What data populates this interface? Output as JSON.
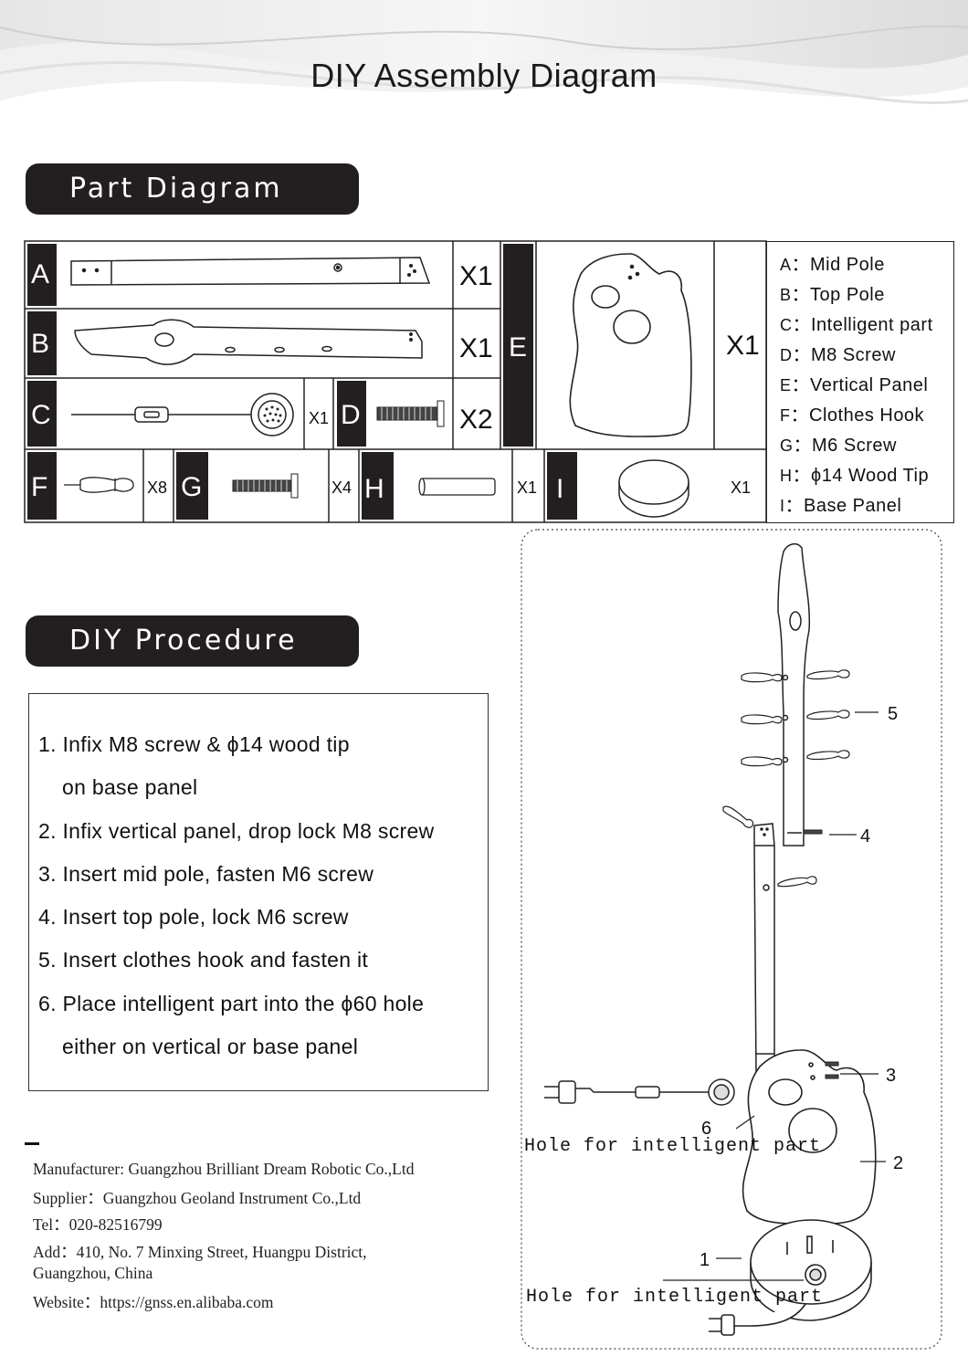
{
  "title": "DIY Assembly Diagram",
  "part_section_label": "Part Diagram",
  "procedure_section_label": "DIY Procedure",
  "parts": [
    {
      "letter": "A",
      "qty": "X1"
    },
    {
      "letter": "B",
      "qty": "X1"
    },
    {
      "letter": "C",
      "qty": "X1"
    },
    {
      "letter": "D",
      "qty": "X2"
    },
    {
      "letter": "E",
      "qty": "X1"
    },
    {
      "letter": "F",
      "qty": "X8"
    },
    {
      "letter": "G",
      "qty": "X4"
    },
    {
      "letter": "H",
      "qty": "X1"
    },
    {
      "letter": "I",
      "qty": "X1"
    }
  ],
  "legend": [
    {
      "key": "A",
      "name": "Mid Pole"
    },
    {
      "key": "B",
      "name": "Top Pole"
    },
    {
      "key": "C",
      "name": "Intelligent part"
    },
    {
      "key": "D",
      "name": "M8 Screw"
    },
    {
      "key": "E",
      "name": "Vertical Panel"
    },
    {
      "key": "F",
      "name": "Clothes Hook"
    },
    {
      "key": "G",
      "name": "M6 Screw"
    },
    {
      "key": "H",
      "name": "ϕ14 Wood Tip"
    },
    {
      "key": "I",
      "name": "Base Panel"
    }
  ],
  "legend_sep": "：",
  "steps": [
    {
      "line1": "1. Infix  M8 screw &  ϕ14 wood tip",
      "line2": "on base panel"
    },
    {
      "line1": "2. Infix vertical panel, drop lock M8 screw"
    },
    {
      "line1": "3. Insert mid pole, fasten M6 screw"
    },
    {
      "line1": "4. Insert top pole, lock M6 screw"
    },
    {
      "line1": "5. Insert clothes hook and fasten it"
    },
    {
      "line1": "6. Place intelligent part into the  ϕ60 hole",
      "line2": "either on  vertical  or  base  panel"
    }
  ],
  "footer": {
    "manufacturer": "Manufacturer: Guangzhou Brilliant Dream Robotic Co.,Ltd",
    "supplier": "Supplier：Guangzhou Geoland Instrument Co.,Ltd",
    "tel": "Tel：020-82516799",
    "address_line1": "Add：410, No. 7 Minxing Street, Huangpu District,",
    "address_line2": "Guangzhou, China",
    "website": "Website：https://gnss.en.alibaba.com"
  },
  "assembly": {
    "callouts": [
      "5",
      "4",
      "3",
      "6",
      "2",
      "1"
    ],
    "hole_label_upper": "Hole for intelligent part",
    "hole_label_lower": "Hole for intelligent part"
  }
}
